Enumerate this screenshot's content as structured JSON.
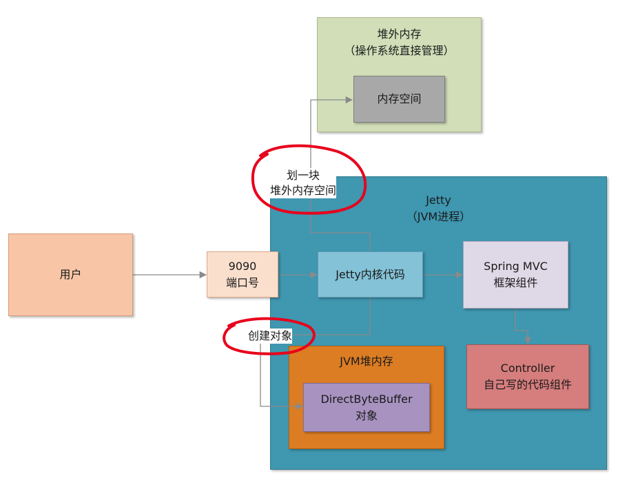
{
  "offheap": {
    "title": "堆外内存",
    "subtitle": "（操作系统直接管理）",
    "color": "#d1deb8"
  },
  "memspace": {
    "label": "内存空间",
    "color": "#a8a8a8"
  },
  "jetty": {
    "title": "Jetty",
    "subtitle": "（JVM进程）",
    "color": "#3f97b0"
  },
  "user": {
    "label": "用户",
    "color": "#f8c6a6"
  },
  "port": {
    "line1": "9090",
    "line2": "端口号",
    "color": "#fbdfcd"
  },
  "jettycore": {
    "label": "Jetty内核代码",
    "color": "#84c2d7"
  },
  "spring": {
    "line1": "Spring MVC",
    "line2": "框架组件",
    "color": "#dfd8e6"
  },
  "controller": {
    "line1": "Controller",
    "line2": "自己写的代码组件",
    "color": "#d67d7d"
  },
  "jvmheap": {
    "title": "JVM堆内存",
    "color": "#dc7d23"
  },
  "dbb": {
    "line1": "DirectByteBuffer",
    "line2": "对象",
    "color": "#a792c0"
  },
  "annotations": {
    "allocate_line1": "划一块",
    "allocate_line2": "堆外内存空间",
    "create": "创建对象",
    "circle_color": "#e8001c"
  },
  "arrow_color": "#8a8a8a"
}
